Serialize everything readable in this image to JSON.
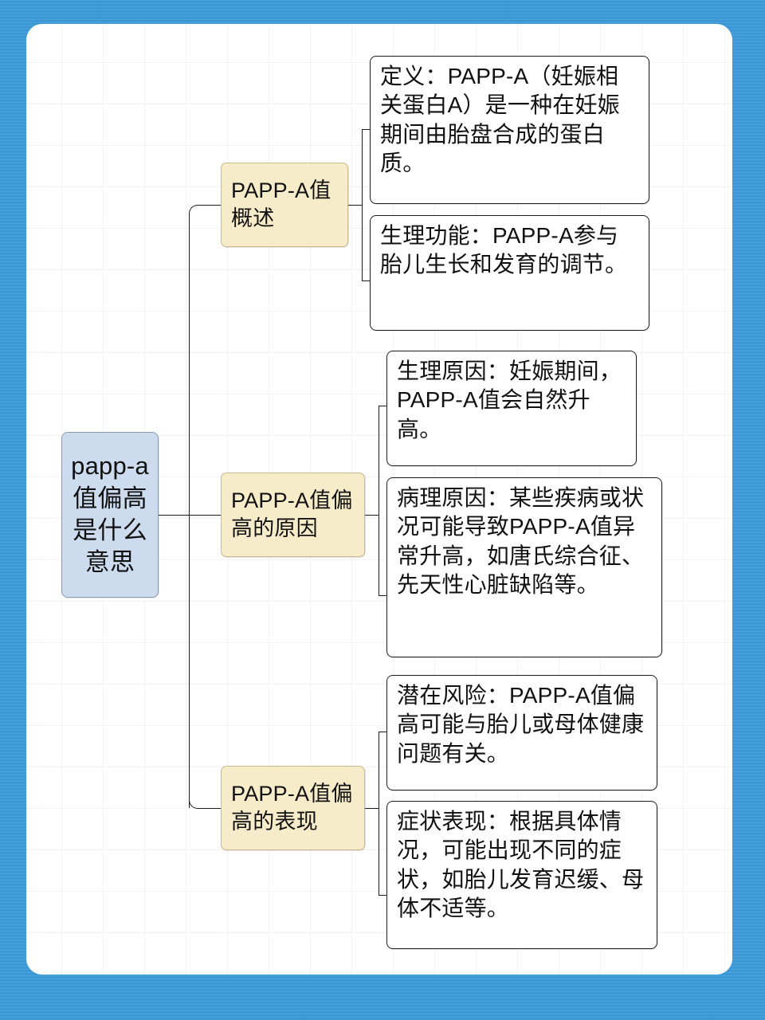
{
  "page": {
    "frame_color": "#3c9ad9",
    "card_color": "#ffffff",
    "grid_color": "#f2f2f2"
  },
  "mindmap": {
    "type": "mind-map",
    "orientation": "left-to-right",
    "root": {
      "label": "papp-a值偏高是什么意思",
      "fill": "#ccdcee",
      "stroke": "#8d9bab"
    },
    "branch_style": {
      "fill": "#f7ecca",
      "stroke": "#cbb98a"
    },
    "leaf_style": {
      "fill": "#ffffff",
      "stroke": "#1c1c1c"
    },
    "branches": [
      {
        "label": "PAPP-A值概述",
        "children": [
          {
            "label": "定义：PAPP-A（妊娠相关蛋白A）是一种在妊娠期间由胎盘合成的蛋白质。"
          },
          {
            "label": "生理功能：PAPP-A参与胎儿生长和发育的调节。"
          }
        ]
      },
      {
        "label": "PAPP-A值偏高的原因",
        "children": [
          {
            "label": "生理原因：妊娠期间，PAPP-A值会自然升高。"
          },
          {
            "label": "病理原因：某些疾病或状况可能导致PAPP-A值异常升高，如唐氏综合征、先天性心脏缺陷等。"
          }
        ]
      },
      {
        "label": "PAPP-A值偏高的表现",
        "children": [
          {
            "label": "潜在风险：PAPP-A值偏高可能与胎儿或母体健康问题有关。"
          },
          {
            "label": "症状表现：根据具体情况，可能出现不同的症状，如胎儿发育迟缓、母体不适等。"
          }
        ]
      }
    ]
  }
}
